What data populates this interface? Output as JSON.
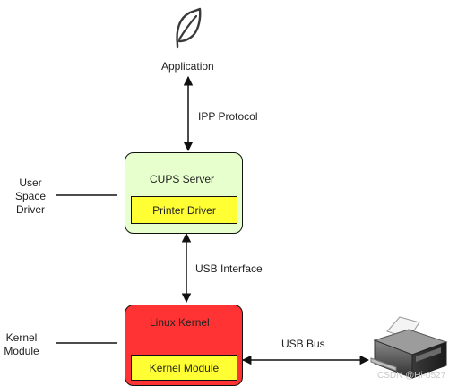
{
  "application": {
    "label": "Application",
    "icon": "leaf-icon"
  },
  "connections": {
    "ipp": "IPP  Protocol",
    "usb_interface": "USB Interface",
    "usb_bus": "USB Bus"
  },
  "cups_server": {
    "title": "CUPS  Server",
    "inner": "Printer Driver",
    "fill": "#e6ffcc"
  },
  "linux_kernel": {
    "title": "Linux Kernel",
    "inner": "Kernel Module",
    "fill": "#ff3333"
  },
  "inner_fill": "#ffff33",
  "side_labels": {
    "user_space_driver": [
      "User",
      "Space",
      "Driver"
    ],
    "kernel_module": [
      "Kernel",
      "Module"
    ]
  },
  "printer": {
    "icon": "printer-icon"
  },
  "watermark": "CSDN @Hi-0527"
}
